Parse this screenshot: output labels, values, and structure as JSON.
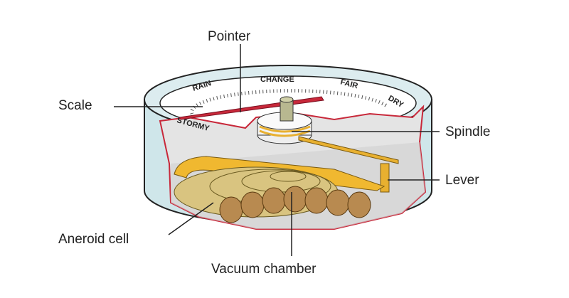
{
  "labels": {
    "pointer": "Pointer",
    "scale": "Scale",
    "spindle": "Spindle",
    "lever": "Lever",
    "aneroid_cell": "Aneroid cell",
    "vacuum_chamber": "Vacuum chamber"
  },
  "dial": {
    "rain": "RAIN",
    "change": "CHANGE",
    "fair": "FAIR",
    "dry": "DRY",
    "stormy": "STORMY"
  },
  "colors": {
    "casing": "#cfe6ea",
    "pointer": "#c8283a",
    "lever": "#e8b030",
    "cell": "#d9c480",
    "chamber": "#b88a50"
  }
}
